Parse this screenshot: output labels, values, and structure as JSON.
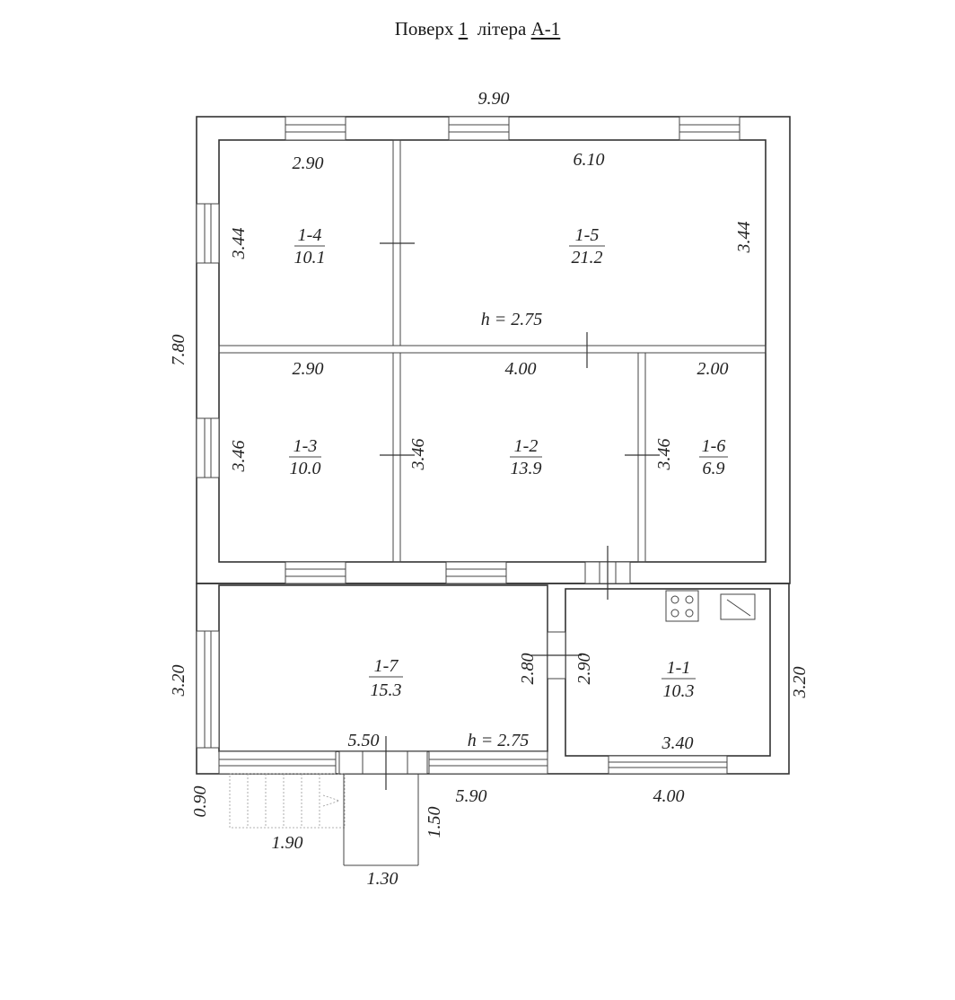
{
  "header": {
    "prefix": "Поверх",
    "floor": "1",
    "letter_label": "літера",
    "letter": "А-1"
  },
  "rooms": [
    {
      "id": "1-4",
      "area": "10.1"
    },
    {
      "id": "1-5",
      "area": "21.2"
    },
    {
      "id": "1-3",
      "area": "10.0"
    },
    {
      "id": "1-2",
      "area": "13.9"
    },
    {
      "id": "1-6",
      "area": "6.9"
    },
    {
      "id": "1-7",
      "area": "15.3"
    },
    {
      "id": "1-1",
      "area": "10.3"
    }
  ],
  "dimensions": {
    "overall_width": "9.90",
    "overall_height": "7.80",
    "r14_width": "2.90",
    "r14_height": "3.44",
    "r15_width": "6.10",
    "r15_height": "3.44",
    "ceiling_height_1": "h = 2.75",
    "r13_width": "2.90",
    "r13_height": "3.46",
    "r12_width": "4.00",
    "r12_height": "3.46",
    "r16_width": "2.00",
    "r16_height": "3.46",
    "ext_left_height": "3.20",
    "r17_height": "2.80",
    "r11_height": "2.90",
    "ext_right_height": "3.20",
    "r17_width": "5.50",
    "ceiling_height_2": "h = 2.75",
    "r11_width": "3.40",
    "ext_bottom_left": "5.90",
    "ext_bottom_right": "4.00",
    "porch_depth": "0.90",
    "porch_width": "1.90",
    "stair_depth": "1.50",
    "stair_width": "1.30"
  }
}
